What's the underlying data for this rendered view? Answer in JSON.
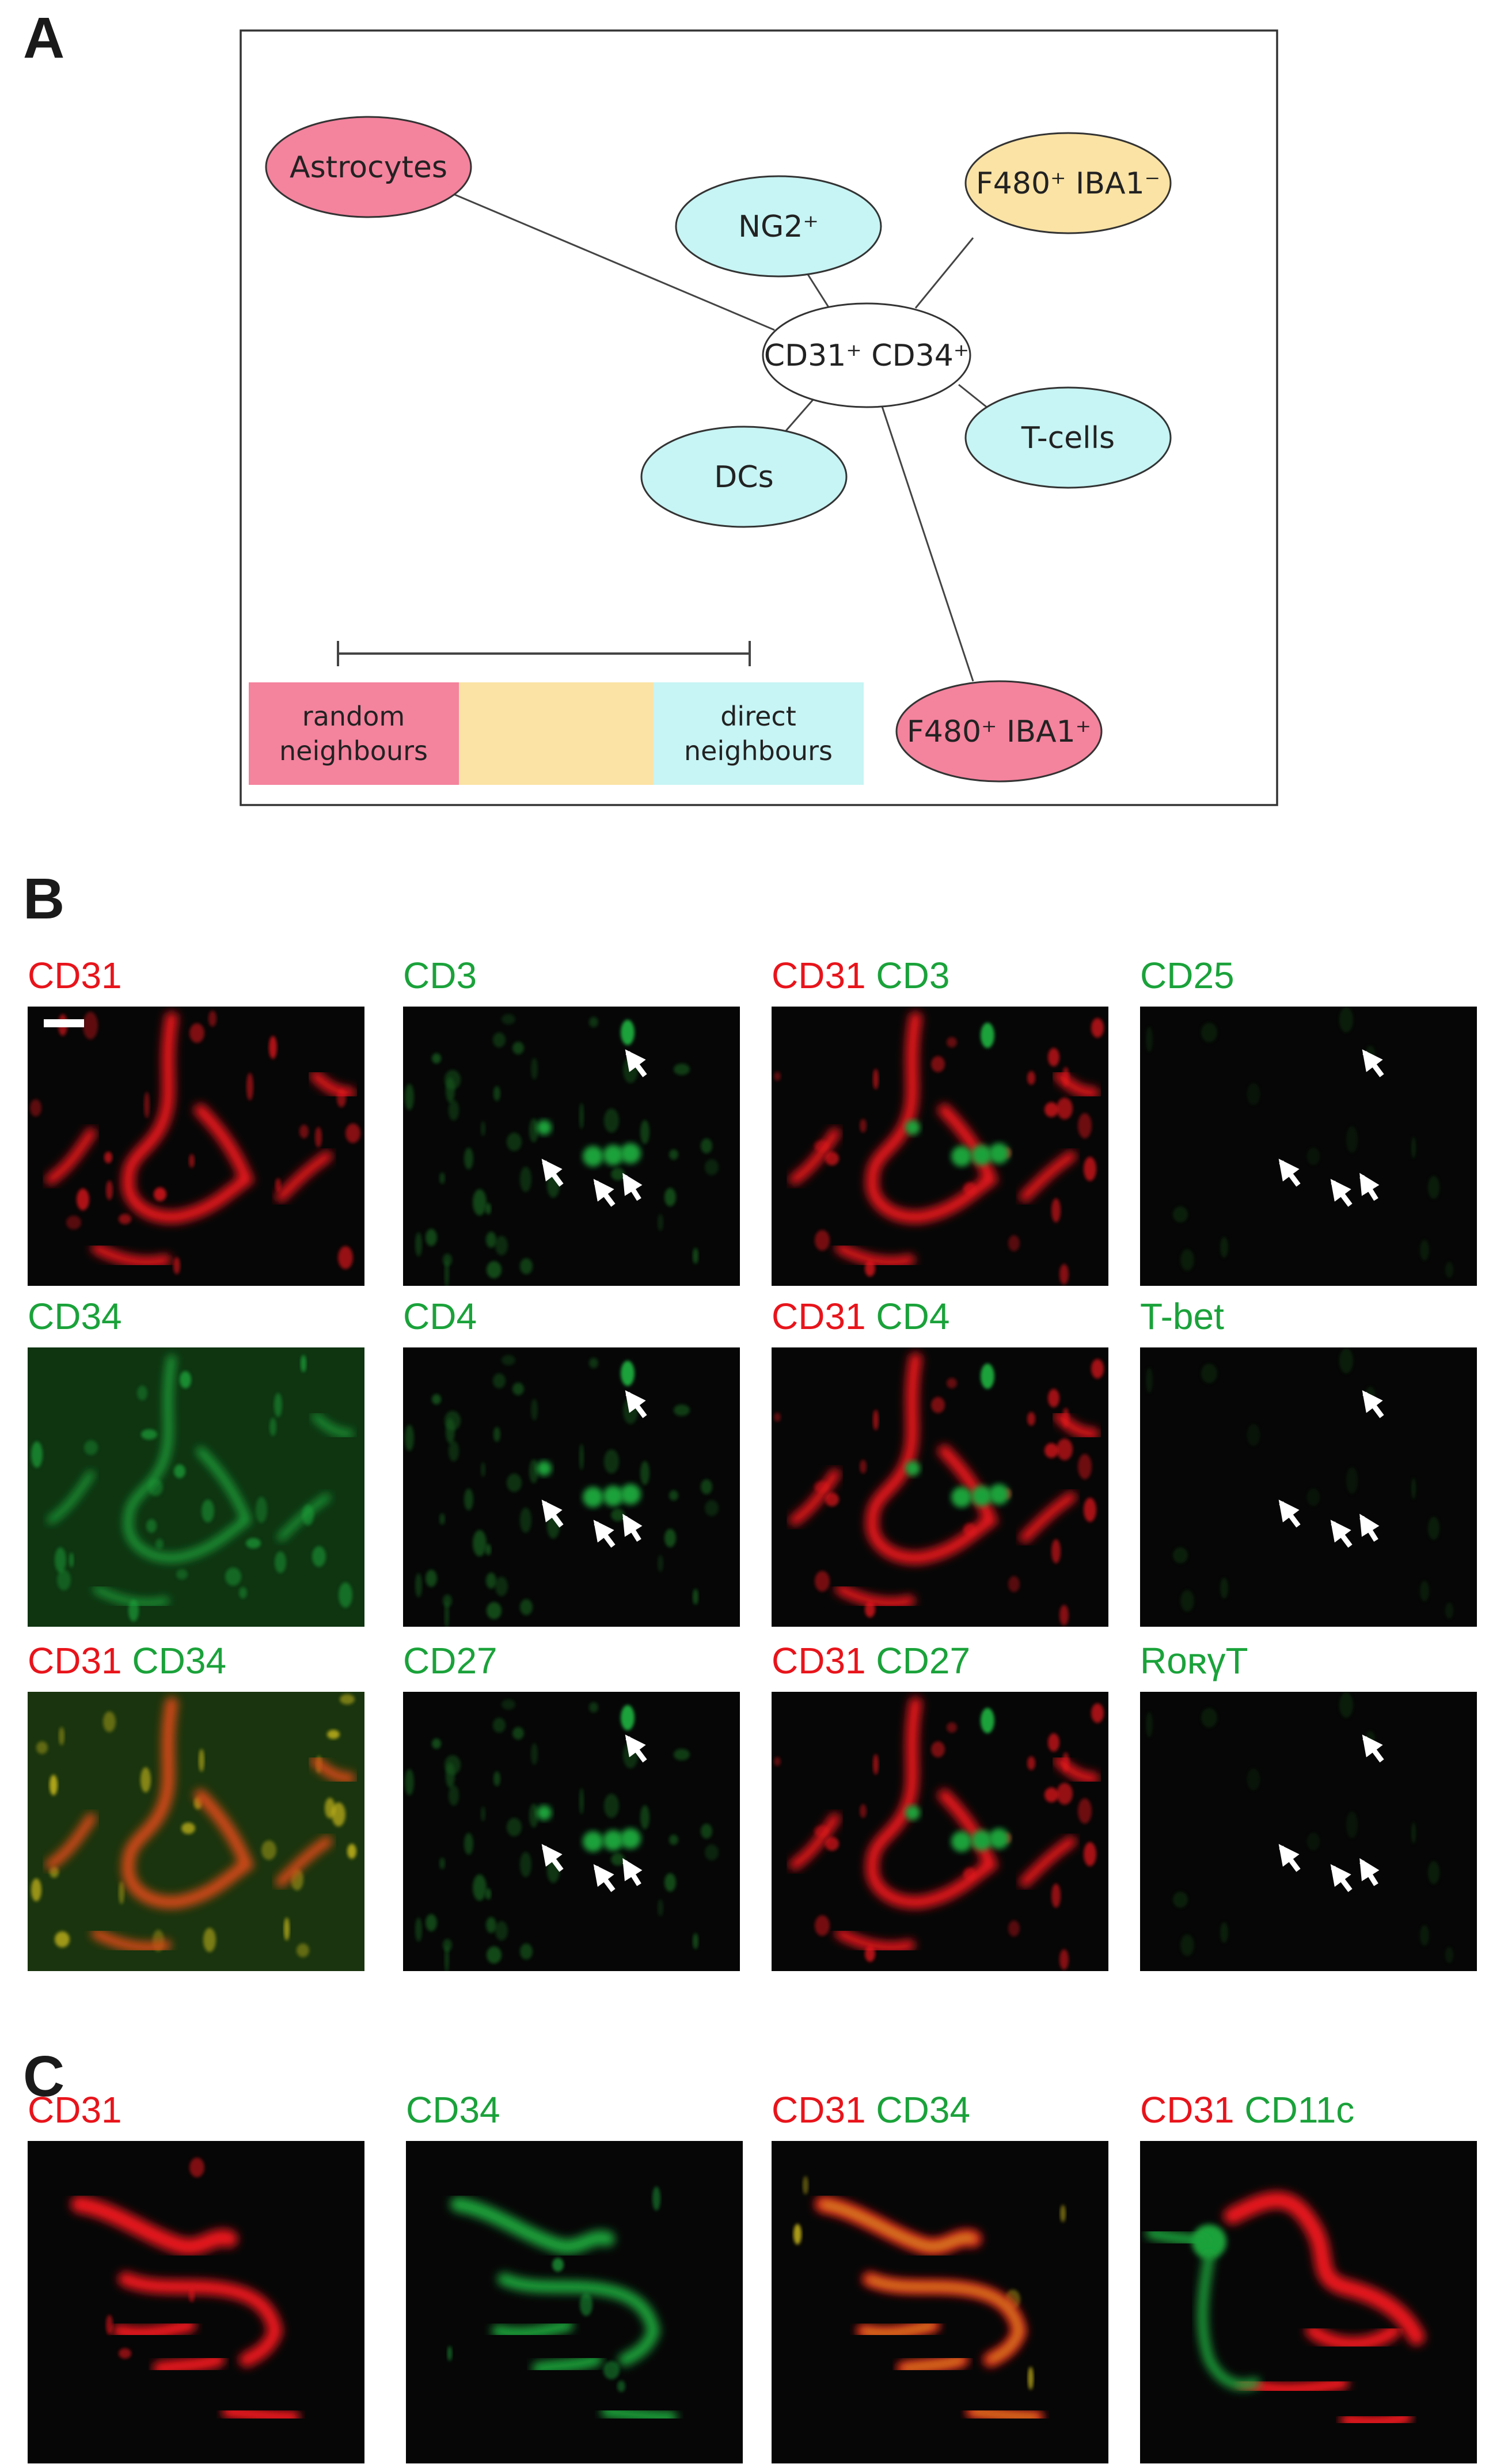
{
  "panels": {
    "a": "A",
    "b": "B",
    "c": "C"
  },
  "network": {
    "center": {
      "label": "CD31⁺ CD34⁺",
      "color": "#ffffff"
    },
    "neighbours": [
      {
        "id": "astrocytes",
        "label": "Astrocytes",
        "category": "random"
      },
      {
        "id": "ng2",
        "label": "NG2⁺",
        "category": "direct"
      },
      {
        "id": "f480-iba1-neg",
        "label": "F480⁺ IBA1⁻",
        "category": "intermediate"
      },
      {
        "id": "t-cells",
        "label": "T-cells",
        "category": "direct"
      },
      {
        "id": "dcs",
        "label": "DCs",
        "category": "direct"
      },
      {
        "id": "f480-iba1-pos",
        "label": "F480⁺ IBA1⁺",
        "category": "random"
      }
    ],
    "legend": [
      {
        "id": "random",
        "label_line1": "random",
        "label_line2": "neighbours",
        "color": "#f4839e"
      },
      {
        "id": "intermediate",
        "label_line1": "",
        "label_line2": "",
        "color": "#fbe3a5"
      },
      {
        "id": "direct",
        "label_line1": "direct",
        "label_line2": "neighbours",
        "color": "#c7f4f4"
      }
    ]
  },
  "colors": {
    "red_channel": "#e8141b",
    "green_channel": "#1aa23a",
    "random": "#f4839e",
    "intermediate": "#fbe3a5",
    "direct": "#c7f4f4"
  },
  "panel_b": {
    "rows": [
      {
        "tiles": [
          {
            "label": [
              {
                "text": "CD31",
                "color": "red"
              }
            ],
            "image": "red-vessel"
          },
          {
            "label": [
              {
                "text": "CD3",
                "color": "green"
              }
            ],
            "image": "green-cells-arrows"
          },
          {
            "label": [
              {
                "text": "CD31",
                "color": "red"
              },
              {
                "text": "CD3",
                "color": "green"
              }
            ],
            "image": "red-vessel-green-cells"
          },
          {
            "label": [
              {
                "text": "CD25",
                "color": "green"
              }
            ],
            "image": "black-arrows"
          }
        ]
      },
      {
        "tiles": [
          {
            "label": [
              {
                "text": "CD34",
                "color": "green"
              }
            ],
            "image": "green-vessel"
          },
          {
            "label": [
              {
                "text": "CD4",
                "color": "green"
              }
            ],
            "image": "green-cells-arrows"
          },
          {
            "label": [
              {
                "text": "CD31",
                "color": "red"
              },
              {
                "text": "CD4",
                "color": "green"
              }
            ],
            "image": "red-vessel-green-cells"
          },
          {
            "label": [
              {
                "text": "T-bet",
                "color": "green"
              }
            ],
            "image": "black-arrows"
          }
        ]
      },
      {
        "tiles": [
          {
            "label": [
              {
                "text": "CD31",
                "color": "red"
              },
              {
                "text": "CD34",
                "color": "green"
              }
            ],
            "image": "merged-vessel"
          },
          {
            "label": [
              {
                "text": "CD27",
                "color": "green"
              }
            ],
            "image": "green-cells-arrows"
          },
          {
            "label": [
              {
                "text": "CD31",
                "color": "red"
              },
              {
                "text": "CD27",
                "color": "green"
              }
            ],
            "image": "red-vessel-green-cells"
          },
          {
            "label": [
              {
                "text": "RoʀγT",
                "color": "green"
              }
            ],
            "image": "black-arrows"
          }
        ]
      }
    ]
  },
  "panel_c": {
    "tiles": [
      {
        "label": [
          {
            "text": "CD31",
            "color": "red"
          }
        ],
        "image": "red-vessel"
      },
      {
        "label": [
          {
            "text": "CD34",
            "color": "green"
          }
        ],
        "image": "green-vessel"
      },
      {
        "label": [
          {
            "text": "CD31",
            "color": "red"
          },
          {
            "text": "CD34",
            "color": "green"
          }
        ],
        "image": "merged-vessel"
      },
      {
        "label": [
          {
            "text": "CD31",
            "color": "red"
          },
          {
            "text": "CD11c",
            "color": "green"
          }
        ],
        "image": "red-vessel-green-cell"
      }
    ]
  }
}
